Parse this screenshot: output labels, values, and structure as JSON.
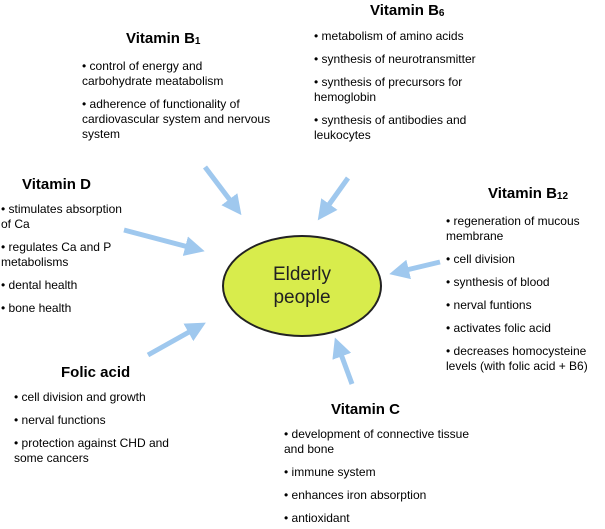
{
  "center": {
    "line1": "Elderly",
    "line2": "people"
  },
  "colors": {
    "center_fill": "#d8ec4c",
    "arrow": "#9fc8ee"
  },
  "b1": {
    "title_main": "Vitamin B",
    "title_sub": "1",
    "items": [
      "control of energy and carbohydrate meatabolism",
      "adherence of functionality of cardiovascular system and nervous system"
    ]
  },
  "b6": {
    "title_main": "Vitamin B",
    "title_sub": "6",
    "items": [
      "metabolism of amino acids",
      "synthesis of neurotransmitter",
      "synthesis of precursors for hemoglobin",
      "synthesis of antibodies and leukocytes"
    ]
  },
  "d": {
    "title": "Vitamin D",
    "items": [
      "stimulates absorption of Ca",
      "regulates Ca and P metabolisms",
      "dental health",
      "bone health"
    ]
  },
  "b12": {
    "title_main": "Vitamin B",
    "title_sub": "12",
    "items": [
      "regeneration of mucous membrane",
      "cell division",
      "synthesis of blood",
      "nerval funtions",
      "activates folic acid",
      "decreases homocysteine levels (with folic acid + B6)"
    ]
  },
  "folic": {
    "title": "Folic acid",
    "items": [
      "cell division and growth",
      "nerval functions",
      "protection against CHD and some cancers"
    ]
  },
  "c": {
    "title": "Vitamin C",
    "items": [
      "development of connective tissue and bone",
      "immune system",
      "enhances iron absorption",
      "antioxidant"
    ]
  }
}
